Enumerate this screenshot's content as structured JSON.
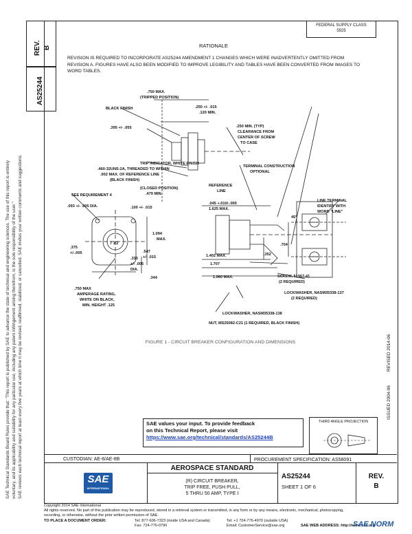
{
  "sidebar": {
    "rev_label": "REV.",
    "rev_value": "B",
    "doc_number": "AS25244",
    "legal_text_1": "SAE Technical Standards Board Rules provide that: \"This report is published by SAE to advance the state of technical and engineering sciences. The use of this report is entirely",
    "legal_text_2": "voluntary, and its applicability and suitability for any particular use, including any patent infringement arising therefrom, is the sole responsibility of the user.\"",
    "legal_text_3": "SAE reviews each technical report at least every five years at which time it may be revised, reaffirmed, stabilized, or cancelled. SAE invites your written comments and suggestions."
  },
  "header": {
    "top_right_line1": "FEDERAL SUPPLY CLASS",
    "top_right_line2": "5925",
    "rationale_title": "RATIONALE",
    "rationale_text": "REVISION IS REQUIRED TO INCORPORATE AS25244 AMENDMENT 1 CHANGES WHICH WERE INADVERTENTLY OMITTED FROM REVISION A. FIGURES HAVE ALSO BEEN MODIFIED TO IMPROVE LEGIBILITY AND TABLES HAVE BEEN CONVERTED FROM IMAGES TO WORD TABLES."
  },
  "drawing": {
    "labels": [
      ".750 MAX.",
      "(TRIPPED POSITION)",
      "BLACK FINISH",
      ".250 +/- .015",
      ".120 MIN.",
      ".395 +/- .055",
      ".250 MIN. (TYP)",
      "CLEARANCE FROM",
      "CENTER OF SCREW",
      "TO CASE",
      "TRIP INDICATOR, WHITE FINISH",
      ".460-32UNS-2A, THREADED TO WITHIN",
      ".002 MAX. OF REFERENCE LINE",
      "(BLACK FINISH)",
      "TERMINAL CONSTRUCTION",
      "OPTIONAL",
      "(CLOSED POSITION)",
      ".479 MIN.",
      "REFERENCE",
      "LINE",
      "SEE REQUIREMENT 4",
      ".093 +/- .005 DIA.",
      ".100 +/- .015",
      ".045 +.010/-.005",
      "1.625 MAX.",
      "LINE TERMINAL",
      "IDENTIFY WITH",
      "WORD \"LINE\"",
      "45°",
      "1.094",
      "MAX.",
      ".375",
      "+/-.005",
      ".547",
      "+/- .015",
      ".330",
      "+/- .005",
      "DIA.",
      ".344",
      ".704",
      ".352",
      "1.402 MAX.",
      "1.707",
      "1.960 MAX.",
      "SCREW, 51957-41",
      "(2 REQUIRED)",
      "LOCKWASHER, NASM35338-137",
      "(2 REQUIRED)",
      ".750 MAX",
      "AMPERAGE RATING,",
      "WHITE ON BLACK,",
      "MIN. HEIGHT .125",
      "LOCKWASHER, NASM35338-138",
      "NUT, MS25082-C21 (1 REQUIRED, BLACK FINISH)",
      "7 1/2"
    ],
    "caption": "FIGURE 1 - CIRCUIT BREAKER CONFIGURATION AND DIMENSIONS"
  },
  "side_dates": {
    "issued": "ISSUED 2004-06",
    "revised": "REVISED 2014-06"
  },
  "feedback": {
    "line1": "SAE values your input. To provide feedback",
    "line2": "on this Technical Report, please visit",
    "url": "https://www.sae.org/technical/standards/AS25244B"
  },
  "projection": {
    "label": "THIRD ANGLE PROJECTION"
  },
  "title_block": {
    "custodian": "CUSTODIAN: AE-8/AE-8B",
    "procurement": "PROCUREMENT SPECIFICATION: AS58091",
    "sae_logo": "SAE",
    "sae_logo_sub": "INTERNATIONAL",
    "aerospace_standard": "AEROSPACE STANDARD",
    "desc_line1": "(R) CIRCUIT BREAKER,",
    "desc_line2": "TRIP FREE, PUSH PULL,",
    "desc_line3": "5 THRU 50 AMP, TYPE I",
    "doc_number": "AS25244",
    "sheet": "SHEET 1 OF 6",
    "rev_label": "REV.",
    "rev_value": "B"
  },
  "footer": {
    "copyright": "Copyright 2014 SAE International",
    "rights": "All rights reserved. No part of this publication may be reproduced, stored in a retrieval system or transmitted, in any form or by any means, electronic, mechanical, photocopying, recording, or otherwise, without the prior written permission of SAE.",
    "order_label": "TO PLACE A DOCUMENT ORDER:",
    "tel1": "Tel: 877-606-7323 (inside USA and Canada)",
    "tel2": "Tel: +1 724-776-4970 (outside USA)",
    "fax": "Fax: 724-776-0790",
    "email": "Email: CustomerService@sae.org",
    "web": "SAE WEB ADDRESS: http://www.sae.org",
    "watermark": "SAE NORM"
  }
}
